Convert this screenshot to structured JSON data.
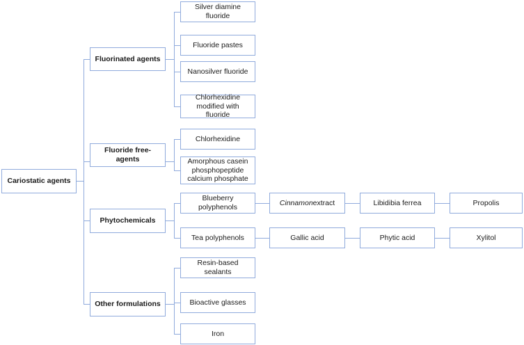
{
  "diagram": {
    "title": "Cariostatic agents classification tree",
    "type": "hierarchy-tree",
    "accent_color": "#8FAADC",
    "text_color": "#1a1a1a",
    "background": "#ffffff"
  },
  "root": {
    "label": "Cariostatic agents"
  },
  "branches": [
    {
      "label": "Fluorinated agents",
      "children": [
        {
          "label": "Silver diamine fluoride"
        },
        {
          "label": "Fluoride pastes"
        },
        {
          "label": "Nanosilver fluoride"
        },
        {
          "label": "Chlorhexidine modified with fluoride"
        }
      ]
    },
    {
      "label": "Fluoride free-agents",
      "children": [
        {
          "label": "Chlorhexidine"
        },
        {
          "label": "Amorphous casein phosphopeptide calcium phosphate"
        }
      ]
    },
    {
      "label": "Phytochemicals",
      "chains": [
        {
          "items": [
            {
              "label": "Blueberry polyphenols",
              "italic_prefix": ""
            },
            {
              "label": " extract",
              "italic_prefix": "Cinnamon"
            },
            {
              "label": "Libidibia ferrea",
              "italic_prefix": ""
            },
            {
              "label": "Propolis",
              "italic_prefix": ""
            }
          ]
        },
        {
          "items": [
            {
              "label": "Tea polyphenols",
              "italic_prefix": ""
            },
            {
              "label": "Gallic acid",
              "italic_prefix": ""
            },
            {
              "label": "Phytic acid",
              "italic_prefix": ""
            },
            {
              "label": "Xylitol",
              "italic_prefix": ""
            }
          ]
        }
      ]
    },
    {
      "label": "Other formulations",
      "children": [
        {
          "label": "Resin-based sealants"
        },
        {
          "label": "Bioactive glasses"
        },
        {
          "label": "Iron"
        }
      ]
    }
  ]
}
